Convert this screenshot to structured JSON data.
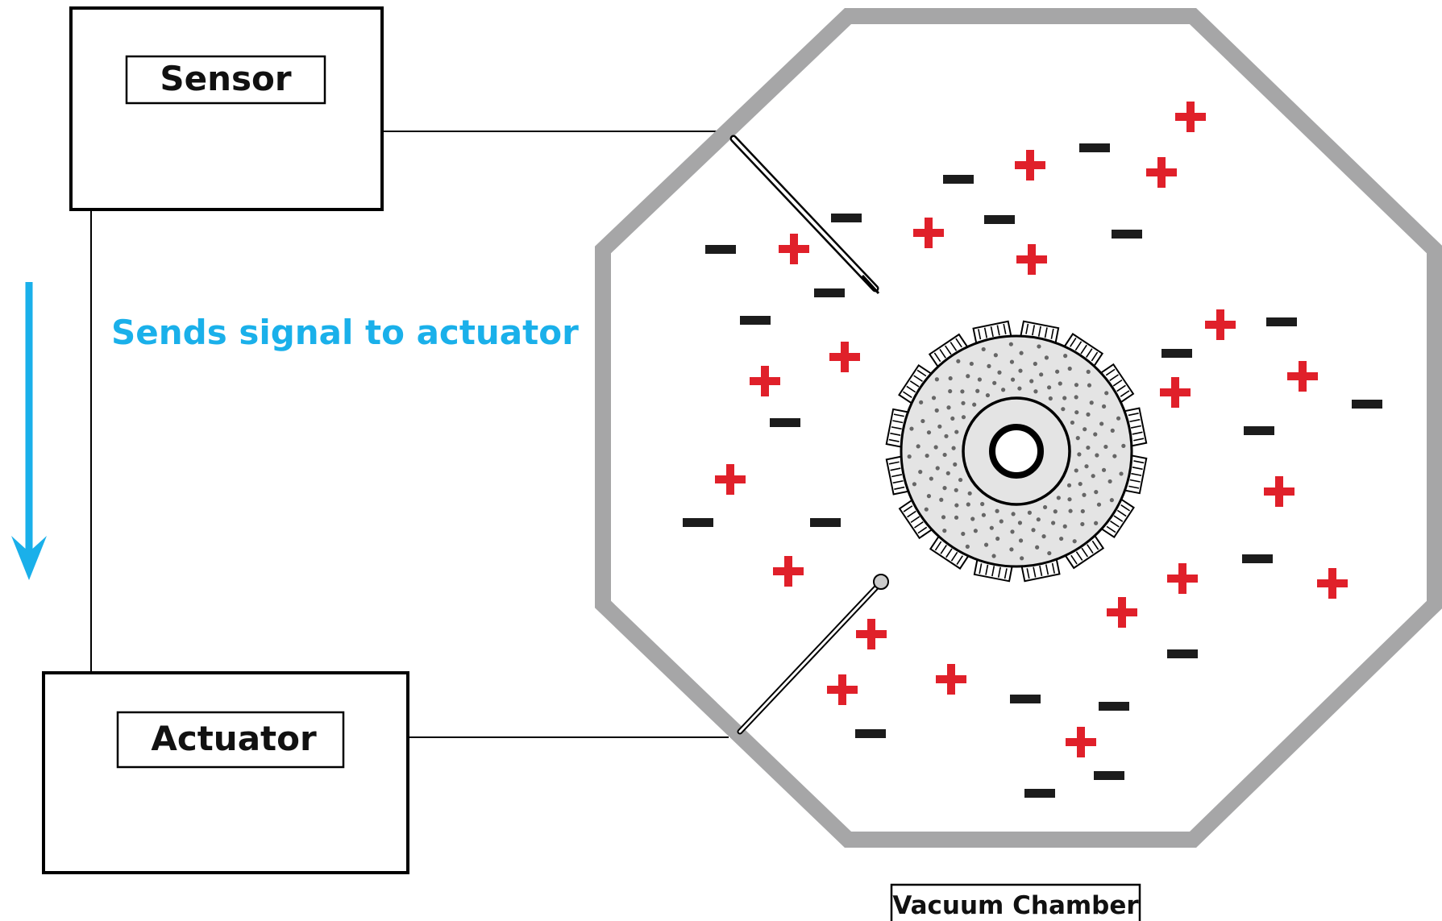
{
  "sensor": {
    "label": "Sensor"
  },
  "actuator": {
    "label": "Actuator"
  },
  "signal": {
    "text": "Sends signal to actuator",
    "color": "#1ab0ea"
  },
  "chamber": {
    "label": "Vacuum Chamber",
    "wall_color": "#a6a6a7"
  },
  "charges": {
    "positive_color": "#e0202a",
    "negative_color": "#1c1c1c"
  }
}
